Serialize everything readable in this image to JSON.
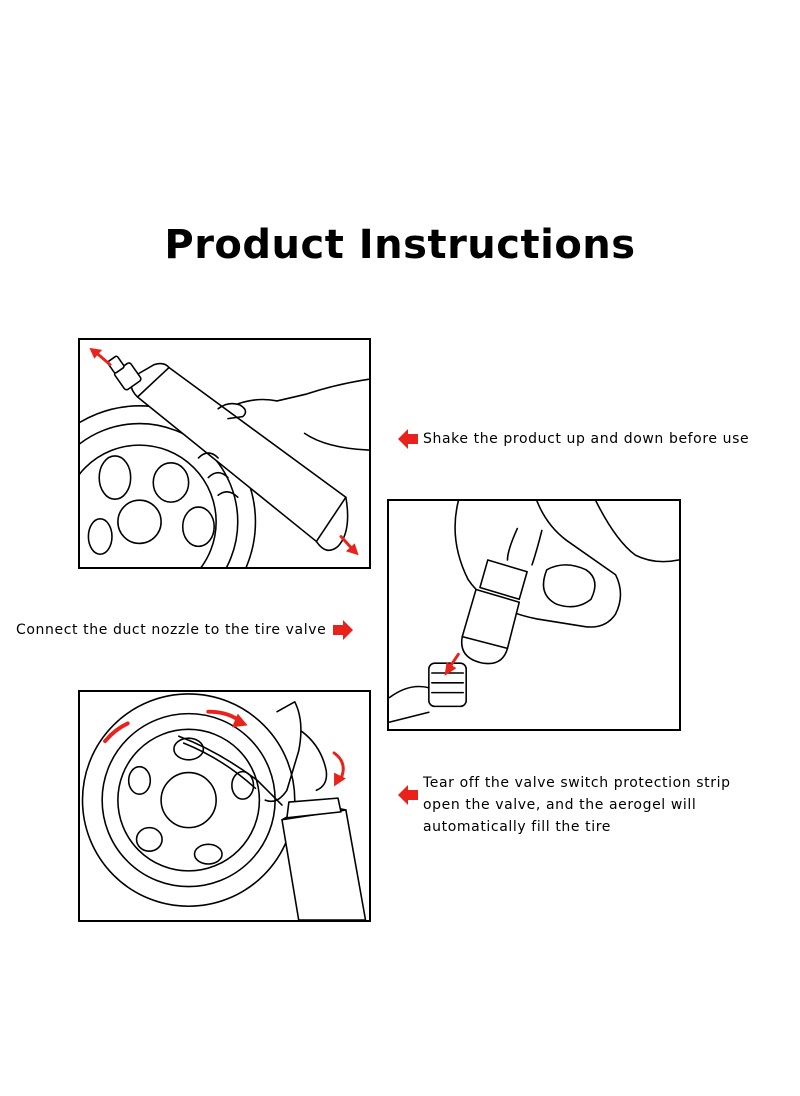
{
  "title": "Product Instructions",
  "steps": [
    {
      "text_lines": [
        "Shake the product up and down before use"
      ],
      "arrow_icon": "red-left-arrow-icon"
    },
    {
      "text_lines": [
        "Connect the duct nozzle to the tire valve"
      ],
      "arrow_icon": "red-right-arrow-icon"
    },
    {
      "text_lines": [
        "Tear off the valve switch protection strip",
        "open the valve, and the aerogel will",
        "automatically fill the tire"
      ],
      "arrow_icon": "red-left-arrow-icon"
    }
  ],
  "colors": {
    "accent": "#e8231c",
    "line": "#000000",
    "background": "#ffffff"
  }
}
